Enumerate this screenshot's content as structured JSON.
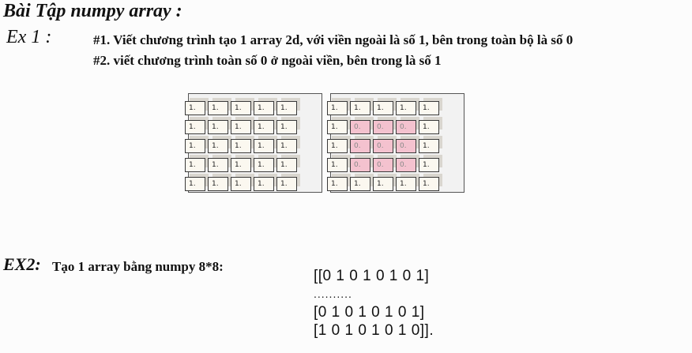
{
  "title": "Bài Tập numpy array :",
  "ex1": {
    "label": "Ex 1 :",
    "task1": "#1. Viết chương trình tạo 1 array 2d, với viền ngoài là số 1, bên trong toàn bộ là số 0",
    "task2": "#2. viết chương trình toàn số 0 ở ngoài viền, bên trong là số 1"
  },
  "figures": {
    "left_grid": [
      [
        "1.",
        "1.",
        "1.",
        "1.",
        "1."
      ],
      [
        "1.",
        "1.",
        "1.",
        "1.",
        "1."
      ],
      [
        "1.",
        "1.",
        "1.",
        "1.",
        "1."
      ],
      [
        "1.",
        "1.",
        "1.",
        "1.",
        "1."
      ],
      [
        "1.",
        "1.",
        "1.",
        "1.",
        "1."
      ]
    ],
    "right_grid": [
      [
        "1.",
        "1.",
        "1.",
        "1.",
        "1."
      ],
      [
        "1.",
        "0.",
        "0.",
        "0.",
        "1."
      ],
      [
        "1.",
        "0.",
        "0.",
        "0.",
        "1."
      ],
      [
        "1.",
        "0.",
        "0.",
        "0.",
        "1."
      ],
      [
        "1.",
        "1.",
        "1.",
        "1.",
        "1."
      ]
    ],
    "inner_color": "#f4c2cf",
    "cell_color": "#fbf8f0"
  },
  "ex2": {
    "label": "EX2:",
    "text": "Tạo 1 array bằng numpy   8*8:",
    "output": [
      "[[0 1 0 1 0 1 0 1]",
      "..........",
      "[0 1 0 1 0 1 0 1]",
      "[1 0 1 0 1 0 1 0]]."
    ]
  }
}
